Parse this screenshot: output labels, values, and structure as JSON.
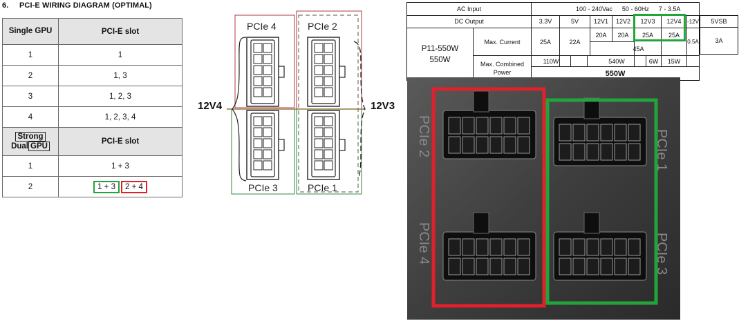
{
  "heading": {
    "number": "6.",
    "title": "PCI-E WIRING DIAGRAM (OPTIMAL)"
  },
  "single_table": {
    "col1": "Single GPU",
    "col2": "PCI-E slot",
    "rows": [
      {
        "gpu": "1",
        "slot": "1"
      },
      {
        "gpu": "2",
        "slot": "1, 3"
      },
      {
        "gpu": "3",
        "slot": "1, 2, 3"
      },
      {
        "gpu": "4",
        "slot": "1, 2, 3, 4"
      }
    ]
  },
  "dual_table": {
    "col1_a": "Strong",
    "col1_b": "Dual",
    "col1_c": "GPU",
    "col2": "PCI-E slot",
    "row1": {
      "gpu": "1",
      "slot": "1 + 3"
    },
    "row2": {
      "gpu": "2",
      "slot_green": "1 + 3",
      "slot_red": "2 + 4"
    }
  },
  "diagram": {
    "pcie4": "PCIe 4",
    "pcie2": "PCIe 2",
    "pcie3": "PCIe 3",
    "pcie1": "PCIe 1",
    "rail_left": "12V4",
    "rail_right": "12V3"
  },
  "psu_table": {
    "ac_input": "AC Input",
    "ac_voltage": "100 - 240Vac",
    "ac_freq": "50 - 60Hz",
    "ac_current": "7 - 3.5A",
    "dc_output": "DC Output",
    "rails": [
      "3.3V",
      "5V",
      "12V1",
      "12V2",
      "12V3",
      "12V4",
      "-12V",
      "5VSB"
    ],
    "model": "P11-550W",
    "model_watt": "550W",
    "max_current_label": "Max. Current",
    "current_3v3": "25A",
    "current_5v": "22A",
    "current_12v1": "20A",
    "current_12v2": "20A",
    "current_12v3": "25A",
    "current_12v4": "25A",
    "current_12v_combined": "45A",
    "current_n12v": "0.5A",
    "current_5vsb": "3A",
    "max_power_label_a": "Max. Combined",
    "max_power_label_b": "Power",
    "power_low": "110W",
    "power_12v": "540W",
    "power_n12v": "6W",
    "power_5vsb": "15W",
    "power_total": "550W"
  },
  "photo": {
    "label_tl": "PCIe 2",
    "label_tr": "PCIe 1",
    "label_bl": "PCIe 4",
    "label_br": "PCIe 3"
  },
  "colors": {
    "green": "#22a43b",
    "red": "#e0202a"
  }
}
